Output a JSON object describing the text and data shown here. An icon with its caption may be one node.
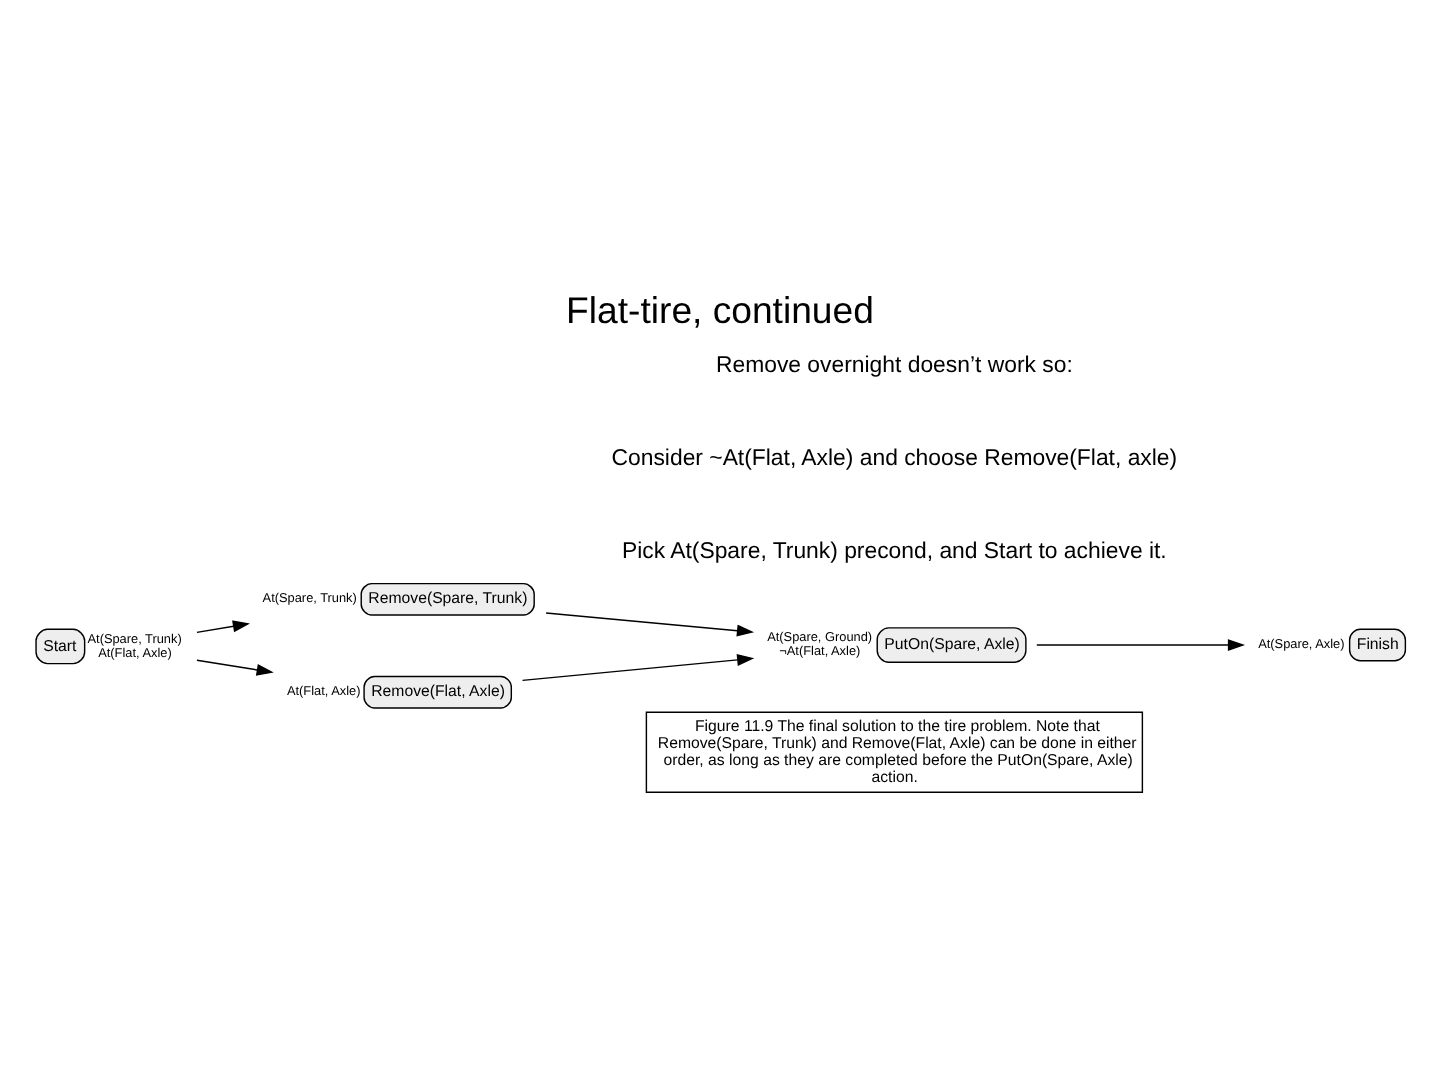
{
  "diagram": {
    "title": "Flat-tire, continued",
    "caption": "Figure 11.9 The final solution to the tire problem. Note that Remove(Spare, Trunk) and Remove(Flat, Axle) can be done in either order, as long as they are completed before the PutOn(Spare, Axle) action.",
    "nodes": [
      {
        "text": [
          "Start"
        ],
        "beside": [
          "At(Spare, Trunk)",
          "At(Flat, Axle)"
        ]
      },
      {
        "text": [
          "Remove(Spare, Trunk)"
        ],
        "beside": [
          "At(Spare, Trunk)"
        ]
      },
      {
        "text": [
          "Remove(Flat, Axle)"
        ],
        "beside": [
          "At(Flat, Axle)"
        ]
      },
      {
        "text": [
          "PutOn(Spare, Axle)"
        ],
        "beside": [
          "At(Spare, Ground)",
          "¬At(Flat, Axle)"
        ]
      },
      {
        "text": [
          "Finish"
        ],
        "beside": [
          "At(Spare, Axle)"
        ]
      }
    ],
    "edges": [
      {
        "from": 0,
        "to": 1,
        "arrow": "to"
      },
      {
        "from": 0,
        "to": 2,
        "arrow": "to"
      },
      {
        "from": 1,
        "to": 3,
        "arrow": "to"
      },
      {
        "from": 2,
        "to": 3,
        "arrow": "to"
      },
      {
        "from": 3,
        "to": 4,
        "arrow": "to"
      }
    ],
    "labels": [
      "Remove overnight doesn’t work so:",
      "Consider ~At(Flat, Axle) and choose Remove(Flat, axle)",
      "Pick At(Spare, Trunk) precond, and Start to achieve it."
    ]
  }
}
